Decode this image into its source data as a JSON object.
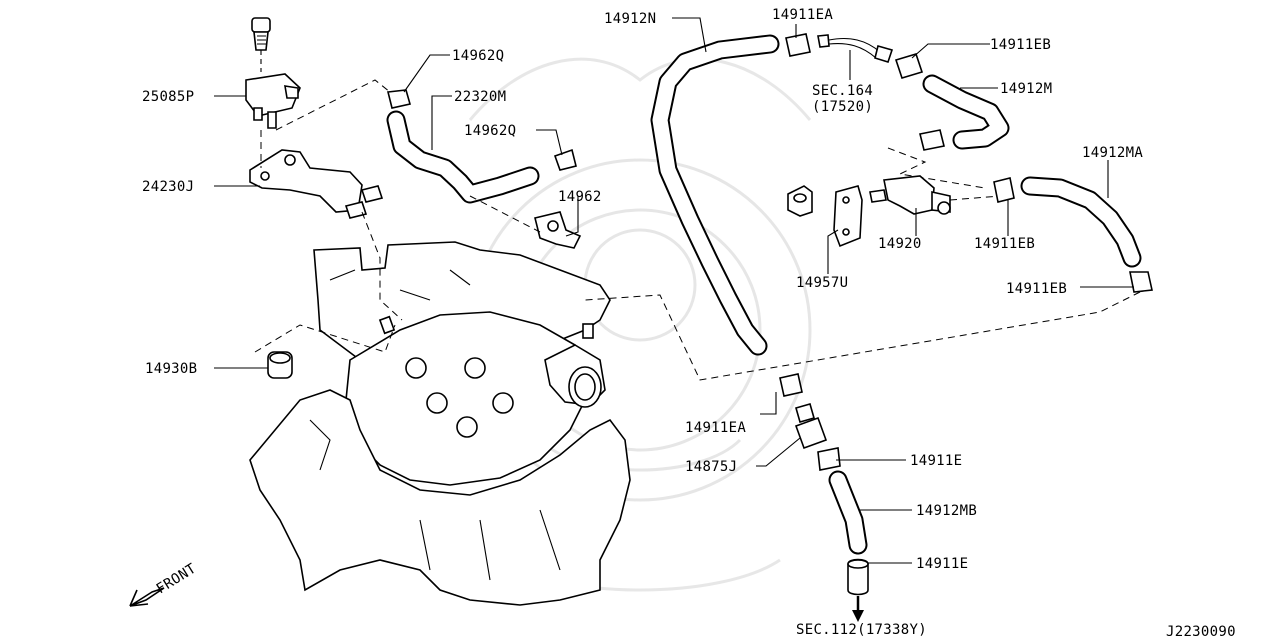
{
  "diagram_id": "J2230090",
  "front_label": "FRONT",
  "parts": [
    {
      "id": "25085P",
      "label": "25085P"
    },
    {
      "id": "24230J",
      "label": "24230J"
    },
    {
      "id": "14962Q_top",
      "label": "14962Q"
    },
    {
      "id": "22320M",
      "label": "22320M"
    },
    {
      "id": "14962Q_mid",
      "label": "14962Q"
    },
    {
      "id": "14962",
      "label": "14962"
    },
    {
      "id": "14930B",
      "label": "14930B"
    },
    {
      "id": "14912N",
      "label": "14912N"
    },
    {
      "id": "14911EA_top",
      "label": "14911EA"
    },
    {
      "id": "14911EB_top",
      "label": "14911EB"
    },
    {
      "id": "14912M",
      "label": "14912M"
    },
    {
      "id": "14912MA",
      "label": "14912MA"
    },
    {
      "id": "14920",
      "label": "14920"
    },
    {
      "id": "14911EB_mid",
      "label": "14911EB"
    },
    {
      "id": "14957U",
      "label": "14957U"
    },
    {
      "id": "14911EB_right",
      "label": "14911EB"
    },
    {
      "id": "14911EA_low",
      "label": "14911EA"
    },
    {
      "id": "14875J",
      "label": "14875J"
    },
    {
      "id": "14911E_upper",
      "label": "14911E"
    },
    {
      "id": "14912MB",
      "label": "14912MB"
    },
    {
      "id": "14911E_lower",
      "label": "14911E"
    }
  ],
  "sections": [
    {
      "id": "sec164",
      "label": "SEC.164",
      "sub": "(17520)"
    },
    {
      "id": "sec112",
      "label": "SEC.112(17338Y)"
    }
  ]
}
